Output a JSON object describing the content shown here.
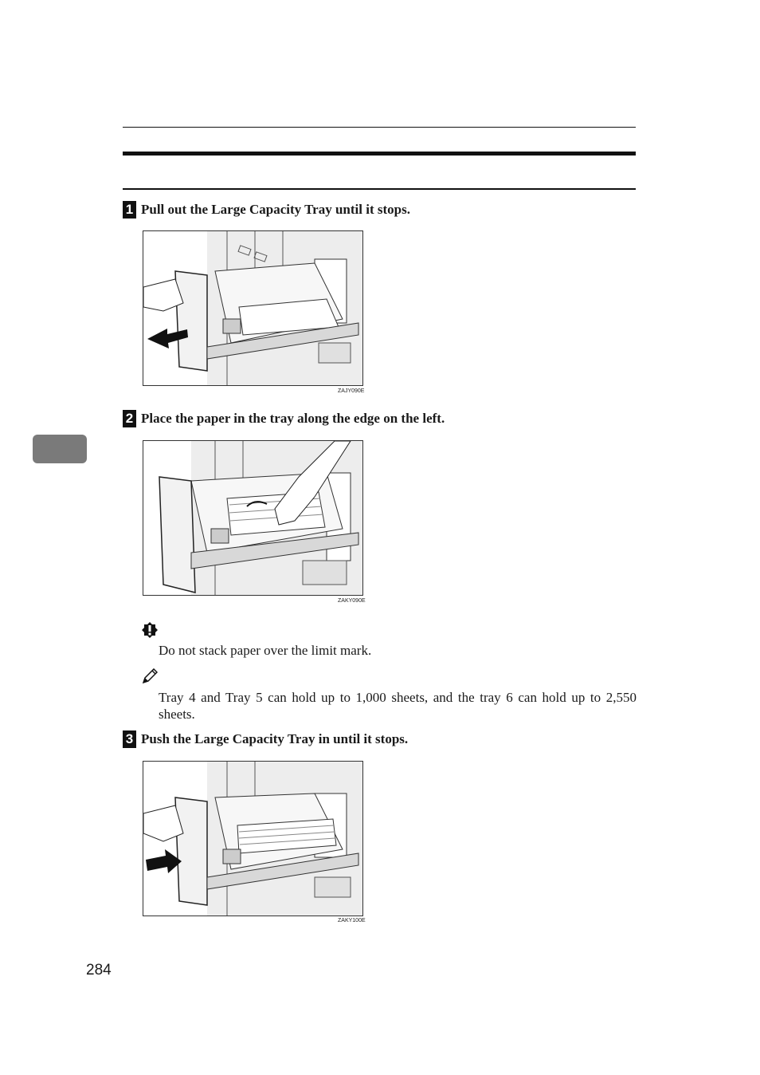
{
  "steps": [
    {
      "number": "1",
      "text": "Pull out the Large Capacity Tray until it stops.",
      "figure_code": "ZAJY090E"
    },
    {
      "number": "2",
      "text": "Place the paper in the tray along the edge on the left.",
      "figure_code": "ZAKY090E"
    },
    {
      "number": "3",
      "text": "Push the Large Capacity Tray in until it stops.",
      "figure_code": "ZAKY100E"
    }
  ],
  "important": {
    "icon": "important-icon",
    "text": "Do not stack paper over the limit mark."
  },
  "note": {
    "icon": "pencil-note-icon",
    "text": "Tray 4 and Tray 5 can hold up to 1,000 sheets, and the tray 6 can hold up to 2,550 sheets."
  },
  "page_number": "284",
  "colors": {
    "side_tab": "#7a7a7a",
    "rule": "#111111"
  }
}
